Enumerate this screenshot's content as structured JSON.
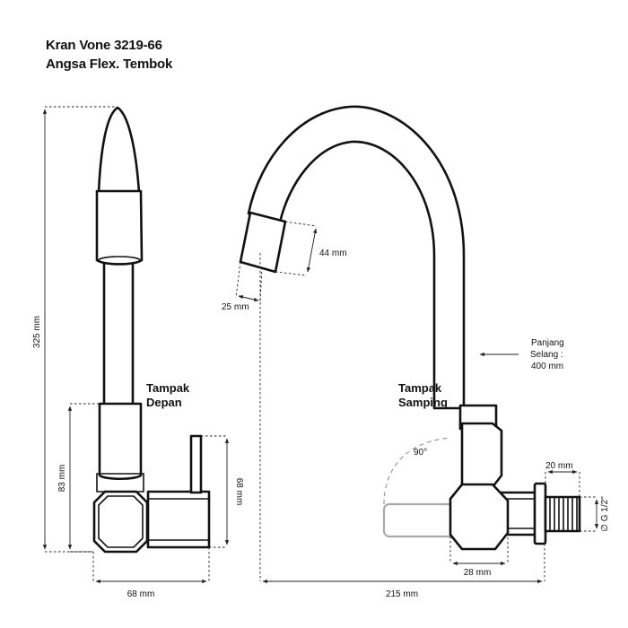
{
  "title": {
    "line1": "Kran Vone 3219-66",
    "line2": "Angsa Flex. Tembok"
  },
  "views": {
    "front": {
      "line1": "Tampak",
      "line2": "Depan"
    },
    "side": {
      "line1": "Tampak",
      "line2": "Samping"
    }
  },
  "dimensions": {
    "total_height": "325 mm",
    "body_height": "83 mm",
    "width_front": "68 mm",
    "depth_front": "68 mm",
    "spout_length": "44 mm",
    "spout_diameter": "25 mm",
    "hose_label_1": "Panjang",
    "hose_label_2": "Selang :",
    "hose_length": "400 mm",
    "angle": "90°",
    "thread_length": "20 mm",
    "thread_size": "∅ G 1/2\"",
    "body_width_side": "28 mm",
    "total_reach": "215 mm"
  }
}
